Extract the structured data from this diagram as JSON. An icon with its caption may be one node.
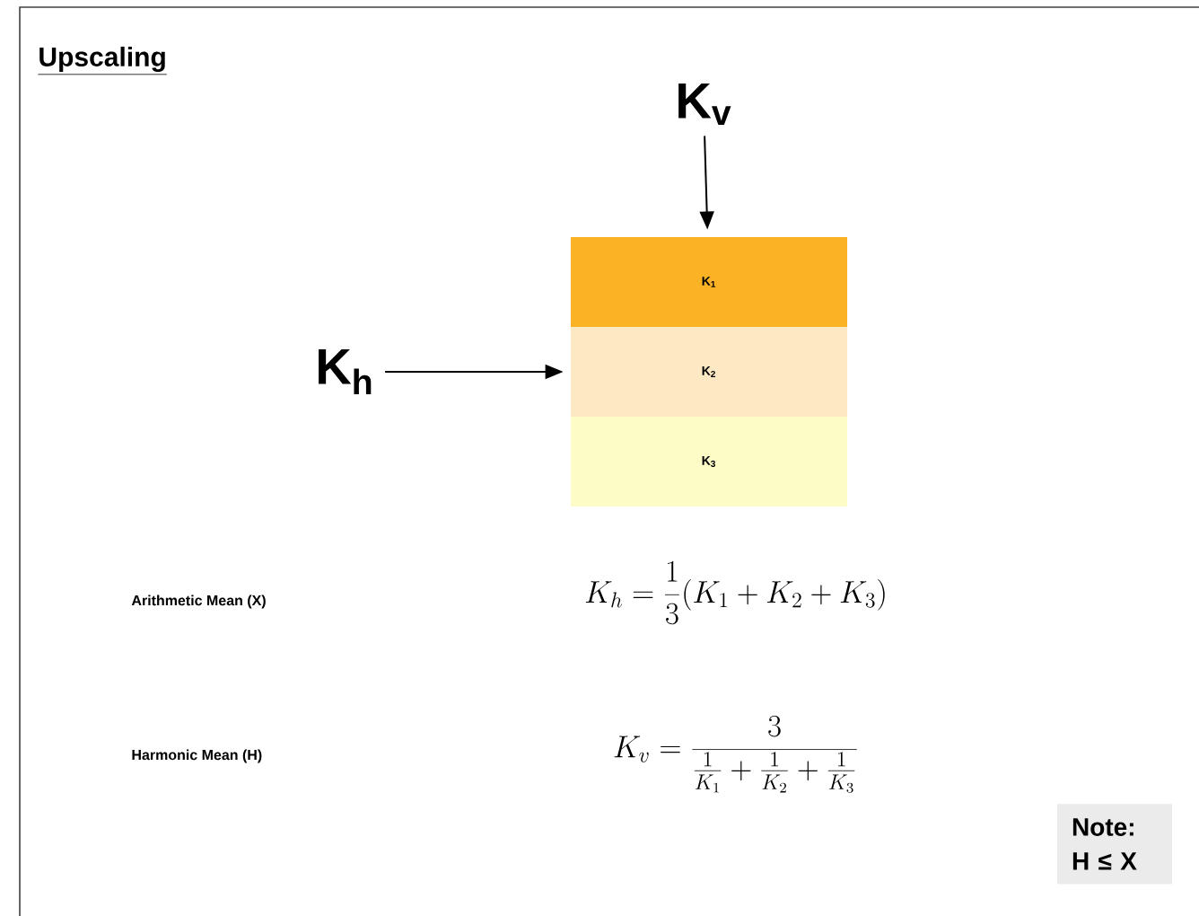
{
  "diagram": {
    "title": "Upscaling",
    "nodes": [
      {
        "text": [
          "K$_{v}$"
        ]
      },
      {
        "text": [
          "K$_{h}$"
        ]
      },
      {
        "text": [
          "K$_{1}$"
        ]
      },
      {
        "text": [
          "K$_{2}$"
        ]
      },
      {
        "text": [
          "K$_{3}$"
        ]
      },
      {
        "text": [
          "Note: H ≤ X"
        ]
      }
    ],
    "edges": [
      {
        "from": 0,
        "to": 2,
        "arrow": "to"
      },
      {
        "from": 1,
        "to": 3,
        "arrow": "to"
      }
    ],
    "labels": [
      "Arithmetic Mean (X)",
      "K_h=\\frac{1}{3}(K_1+K_2+K_3)",
      "Harmonic Mean (H)",
      "K_v=\\frac{3}{\\frac{1}{K_1}+\\frac{1}{K_2}+\\frac{1}{K_3}}"
    ]
  }
}
